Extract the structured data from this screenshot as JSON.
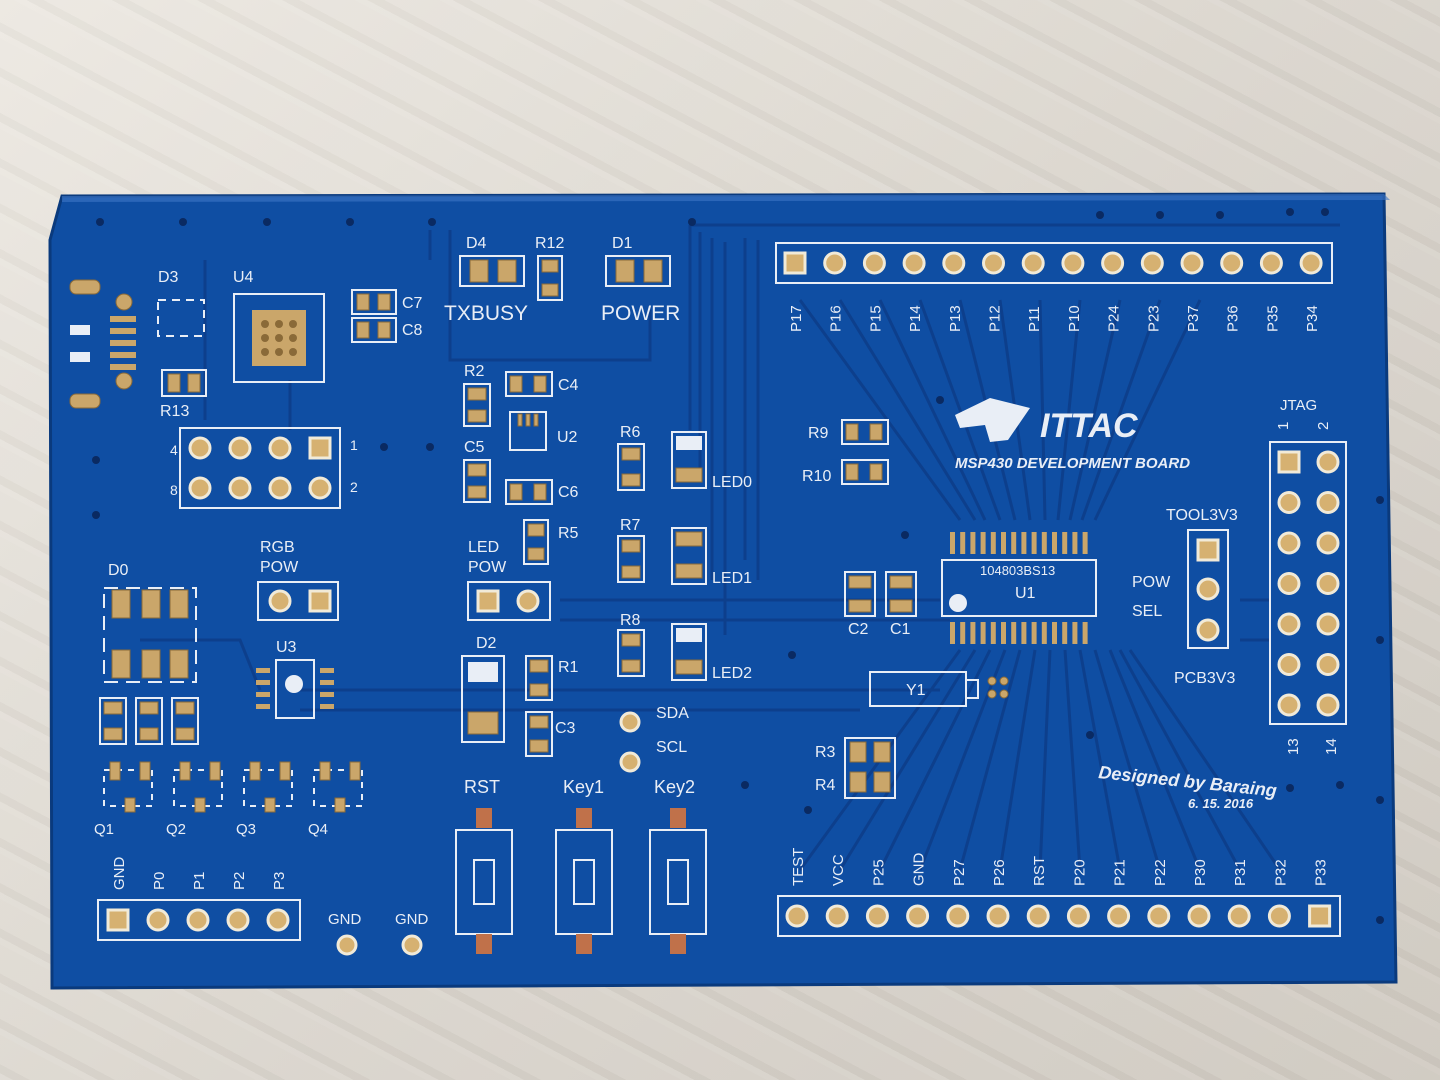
{
  "board": {
    "colors": {
      "mask": "#0f4ea3",
      "silk": "#e9eef6",
      "copper": "#caa66a"
    },
    "logo": "ITTAC",
    "subtitle": "MSP430 DEVELOPMENT BOARD",
    "designed_by": "Designed by Baraing",
    "date": "6. 15. 2016"
  },
  "labels": {
    "d3": "D3",
    "u4": "U4",
    "r13": "R13",
    "c7": "C7",
    "c8": "C8",
    "d4": "D4",
    "r12": "R12",
    "d1": "D1",
    "txbusy": "TXBUSY",
    "power": "POWER",
    "r2": "R2",
    "c4": "C4",
    "c5": "C5",
    "u2": "U2",
    "c6": "C6",
    "r5": "R5",
    "r6": "R6",
    "led0": "LED0",
    "r7": "R7",
    "led1": "LED1",
    "r8": "R8",
    "led2": "LED2",
    "led_pow_1": "LED",
    "led_pow_2": "POW",
    "d2": "D2",
    "r1": "R1",
    "c3": "C3",
    "sda": "SDA",
    "scl": "SCL",
    "rst": "RST",
    "key1": "Key1",
    "key2": "Key2",
    "d0": "D0",
    "rgb_pow_1": "RGB",
    "rgb_pow_2": "POW",
    "u3": "U3",
    "q1": "Q1",
    "q2": "Q2",
    "q3": "Q3",
    "q4": "Q4",
    "gnd_a": "GND",
    "gnd_b": "GND",
    "r9": "R9",
    "r10": "R10",
    "c2": "C2",
    "c1": "C1",
    "u1": "U1",
    "u1_code": "104803BS13",
    "y1": "Y1",
    "r3": "R3",
    "r4": "R4",
    "jtag": "JTAG",
    "jtag_1": "1",
    "jtag_2": "2",
    "jtag_13": "13",
    "jtag_14": "14",
    "tool3v3": "TOOL3V3",
    "pow": "POW",
    "sel": "SEL",
    "pcb3v3": "PCB3V3",
    "hdr_1": "1",
    "hdr_2": "2",
    "hdr_4": "4",
    "hdr_8": "8"
  },
  "top_header": [
    "P17",
    "P16",
    "P15",
    "P14",
    "P13",
    "P12",
    "P11",
    "P10",
    "P24",
    "P23",
    "P37",
    "P36",
    "P35",
    "P34"
  ],
  "bottom_header": [
    "TEST",
    "VCC",
    "P25",
    "GND",
    "P27",
    "P26",
    "RST",
    "P20",
    "P21",
    "P22",
    "P30",
    "P31",
    "P32",
    "P33"
  ],
  "left_header": [
    "GND",
    "P0",
    "P1",
    "P2",
    "P3"
  ]
}
